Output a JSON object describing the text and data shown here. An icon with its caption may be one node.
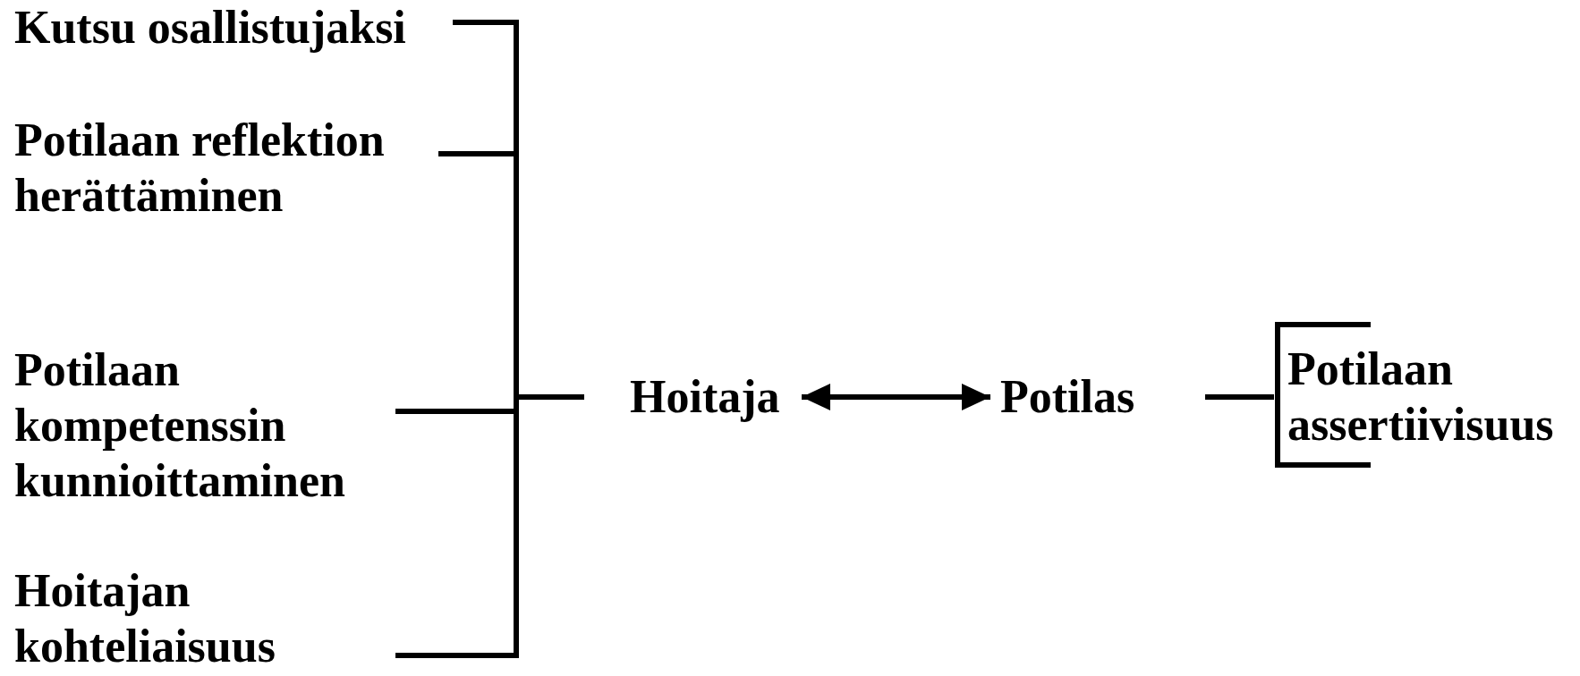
{
  "diagram": {
    "nodes": [
      {
        "text": [
          "Kutsu osallistujaksi"
        ]
      },
      {
        "text": [
          "Potilaan reflektion herättäminen"
        ]
      },
      {
        "text": [
          "Potilaan kompetenssin kunnioittaminen"
        ]
      },
      {
        "text": [
          "Hoitajan kohteliaisuus"
        ]
      },
      {
        "text": [
          "Hoitaja"
        ]
      },
      {
        "text": [
          "Potilas"
        ]
      },
      {
        "text": [
          "Potilaan assertiivisuus"
        ]
      }
    ],
    "edges": [
      {
        "from": 0,
        "to": 4,
        "arrow": "none"
      },
      {
        "from": 1,
        "to": 4,
        "arrow": "none"
      },
      {
        "from": 2,
        "to": 4,
        "arrow": "none"
      },
      {
        "from": 3,
        "to": 4,
        "arrow": "none"
      },
      {
        "from": 4,
        "to": 5,
        "arrow": "both"
      },
      {
        "from": 5,
        "to": 6,
        "arrow": "none"
      }
    ]
  }
}
